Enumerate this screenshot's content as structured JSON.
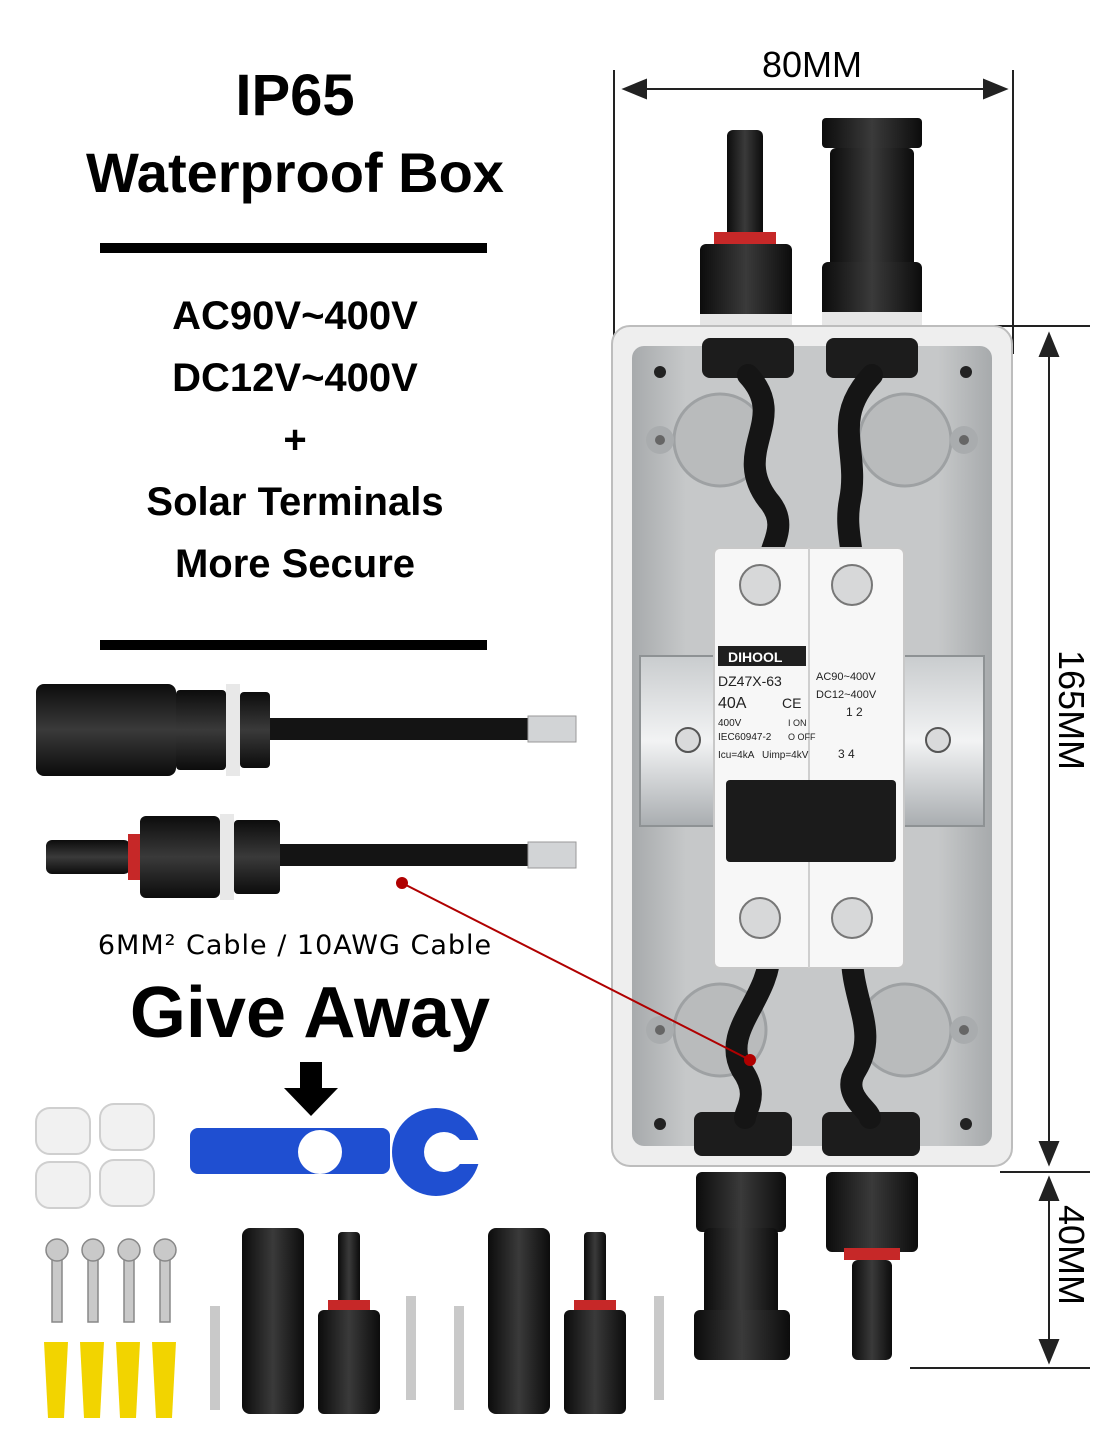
{
  "heading": {
    "line1": "IP65",
    "line2": "Waterproof Box"
  },
  "specs": {
    "ac": "AC90V~400V",
    "dc": "DC12V~400V",
    "plus": "+",
    "terminals": "Solar Terminals",
    "secure": "More Secure"
  },
  "cable_label": "6MM² Cable / 10AWG Cable",
  "give_away": "Give Away",
  "dimensions": {
    "width": "80MM",
    "height": "165MM",
    "connector": "40MM"
  },
  "breaker": {
    "brand": "DIHOOL",
    "model": "DZ47X-63",
    "current": "40A",
    "ce": "CE",
    "ac_range": "AC90~400V",
    "dc_range": "DC12~400V",
    "voltage": "400V",
    "standard": "IEC60947-2",
    "on": "I ON",
    "off": "O OFF",
    "icu": "Icu=4kA",
    "uimp": "Uimp=4kV",
    "poles_top": "1  2",
    "poles_bottom": "3  4"
  },
  "colors": {
    "arrow_red": "#b00000",
    "wrench_blue": "#1f4fd1",
    "connector_black": "#1a1a1a",
    "box_gray": "#cfd1d2",
    "anchor_yellow": "#f2d400"
  }
}
